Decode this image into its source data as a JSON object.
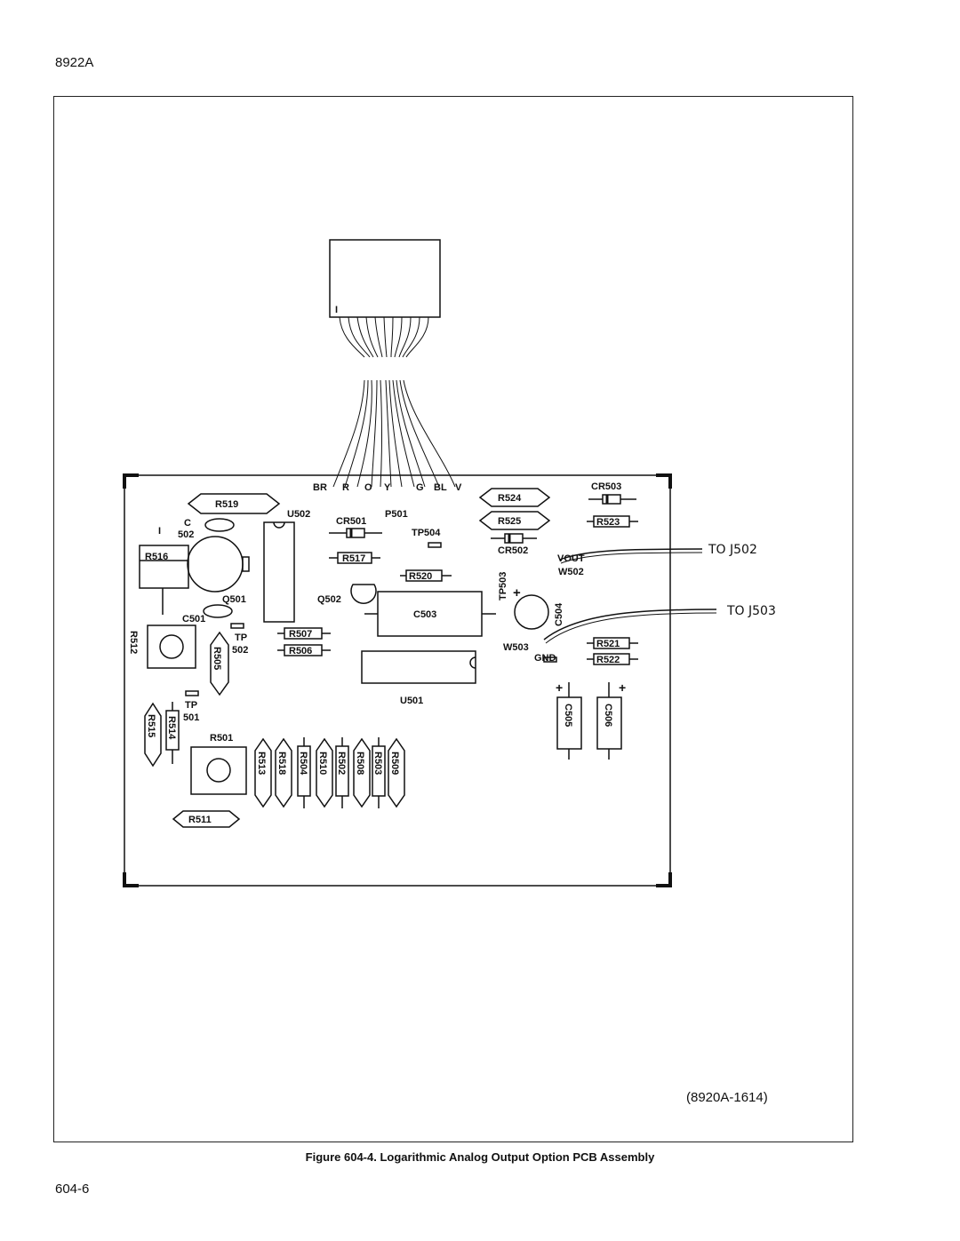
{
  "header": {
    "model": "8922A"
  },
  "page_number": "604-6",
  "figure": {
    "caption": "Figure 604-4. Logarithmic Analog Output Option PCB Assembly",
    "id": "(8920A-1614)"
  },
  "connector": {
    "pin1_label": "I"
  },
  "wire_labels": [
    "BR",
    "R",
    "O",
    "Y",
    "G",
    "BL",
    "V"
  ],
  "components": {
    "r519": "R519",
    "u502": "U502",
    "cr501": "CR501",
    "p501": "P501",
    "c502_c": "C",
    "c502_n": "502",
    "c502_dot": "I",
    "tp504": "TP504",
    "r516": "R516",
    "r517": "R517",
    "r520": "R520",
    "q501": "Q501",
    "q502": "Q502",
    "c503": "C503",
    "c501": "C501",
    "r507": "R507",
    "r506": "R506",
    "r512": "R512",
    "r505": "R505",
    "tp502_a": "TP",
    "tp502_b": "502",
    "tp501_a": "TP",
    "tp501_b": "501",
    "u501": "U501",
    "r515": "R515",
    "r514": "R514",
    "r501": "R501",
    "r513": "R513",
    "r518": "R518",
    "r504": "R504",
    "r510": "R510",
    "r502": "R502",
    "r508": "R508",
    "r503": "R503",
    "r509": "R509",
    "r511": "R511",
    "r524": "R524",
    "r525": "R525",
    "cr503": "CR503",
    "r523": "R523",
    "cr502": "CR502",
    "tp503": "TP503",
    "vout": "VOUT",
    "w502": "W502",
    "c504": "C504",
    "w503": "W503",
    "gnd": "GND",
    "r521": "R521",
    "r522": "R522",
    "c505": "C505",
    "c506": "C506",
    "plus": "+"
  },
  "callouts": {
    "to_j502": "TO J502",
    "to_j503": "TO J503"
  }
}
